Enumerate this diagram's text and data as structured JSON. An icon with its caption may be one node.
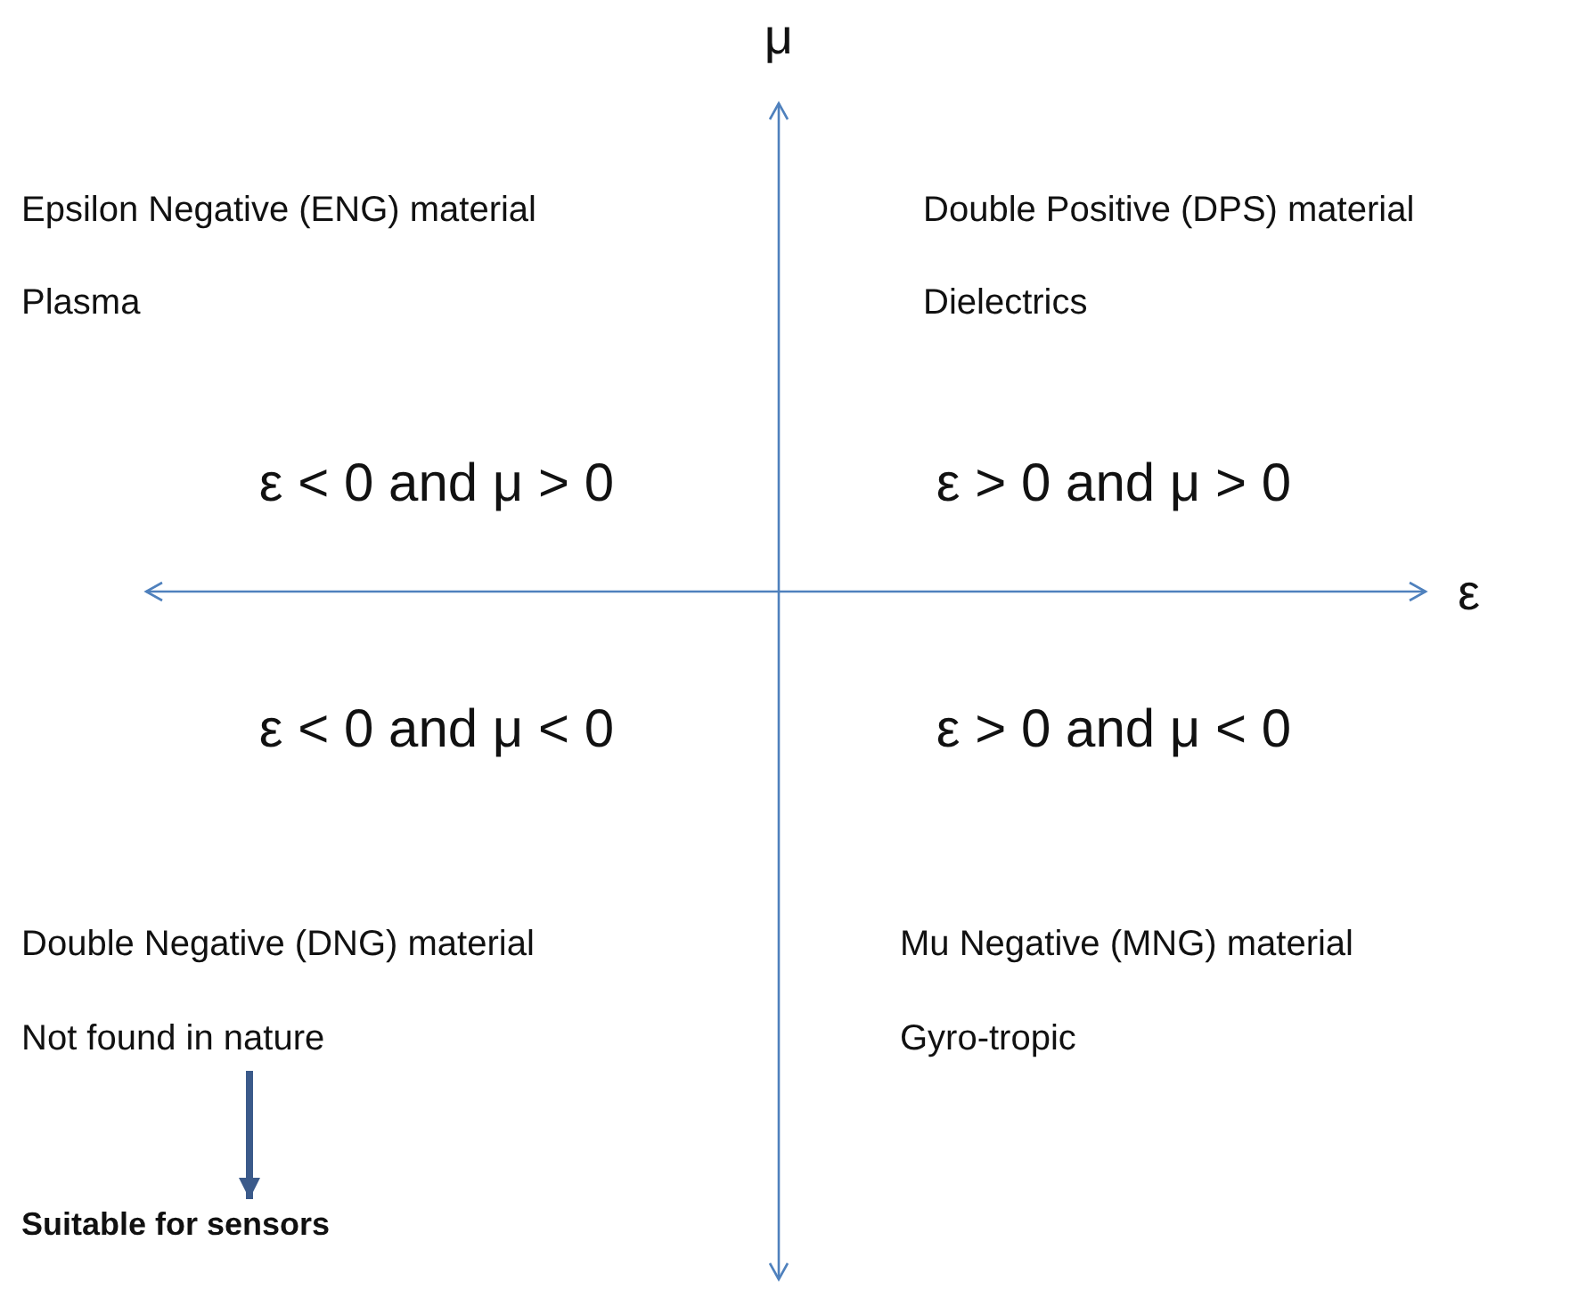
{
  "diagram": {
    "nodes": [
      {
        "text": [
          "Not found in nature"
        ]
      },
      {
        "text": [
          "Suitable for sensors"
        ]
      }
    ],
    "edges": [
      {
        "from": 0,
        "to": 1,
        "arrow": "to"
      }
    ],
    "labels": [
      "μ",
      "Epsilon Negative (ENG) material",
      "Double Positive (DPS) material",
      "Plasma",
      "Dielectrics",
      "ε < 0 and μ > 0",
      "ε > 0 and μ > 0",
      "ε",
      "ε < 0 and μ < 0",
      "ε > 0 and μ < 0",
      "Double Negative (DNG) material",
      "Mu Negative (MNG) material",
      "Gyro-tropic"
    ]
  }
}
